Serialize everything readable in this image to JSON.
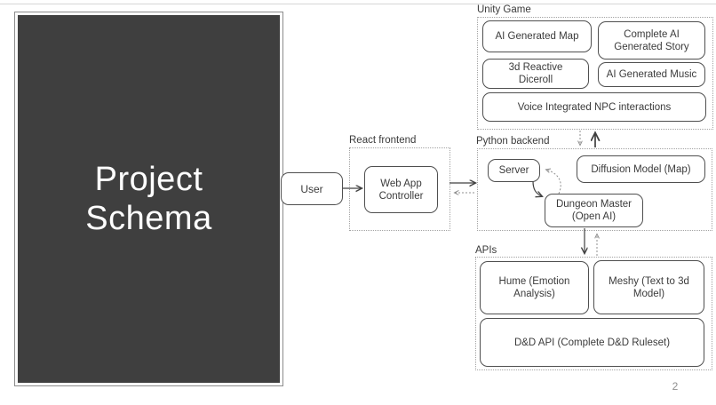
{
  "slide": {
    "title_line1": "Project",
    "title_line2": "Schema",
    "page_number": "2"
  },
  "groups": {
    "unity_game": {
      "label": "Unity Game"
    },
    "react_frontend": {
      "label": "React frontend"
    },
    "python_backend": {
      "label": "Python backend"
    },
    "apis": {
      "label": "APIs"
    }
  },
  "nodes": {
    "user": {
      "label": "User"
    },
    "web_app": {
      "label": "Web App Controller"
    },
    "ai_map": {
      "label": "AI Generated Map"
    },
    "ai_story": {
      "label": "Complete AI Generated Story"
    },
    "diceroll": {
      "label": "3d Reactive Diceroll"
    },
    "ai_music": {
      "label": "AI Generated Music"
    },
    "voice_npc": {
      "label": "Voice Integrated NPC interactions"
    },
    "server": {
      "label": "Server"
    },
    "diffusion_model": {
      "label": "Diffusion Model (Map)"
    },
    "dungeon_master": {
      "label": "Dungeon Master (Open AI)"
    },
    "hume": {
      "label": "Hume (Emotion Analysis)"
    },
    "meshy": {
      "label": "Meshy (Text to 3d Model)"
    },
    "dnd_api": {
      "label": "D&D API (Complete D&D Ruleset)"
    }
  },
  "edges": [
    {
      "from": "user",
      "to": "web_app",
      "style": "solid"
    },
    {
      "from": "web_app",
      "to": "python_backend",
      "style": "solid"
    },
    {
      "from": "python_backend",
      "to": "web_app",
      "style": "dashed"
    },
    {
      "from": "server",
      "to": "dungeon_master",
      "style": "solid"
    },
    {
      "from": "dungeon_master",
      "to": "server",
      "style": "dashed"
    },
    {
      "from": "python_backend",
      "to": "unity_game",
      "style": "solid"
    },
    {
      "from": "unity_game",
      "to": "python_backend",
      "style": "dashed"
    },
    {
      "from": "dungeon_master",
      "to": "apis",
      "style": "solid"
    },
    {
      "from": "apis",
      "to": "python_backend",
      "style": "dashed"
    }
  ],
  "colors": {
    "title_card_fill": "#3f3f3f",
    "title_text": "#ffffff",
    "node_border": "#4f4f4f",
    "node_text": "#3b3b3b",
    "group_border": "#a3a3a3",
    "solid_edge": "#404040",
    "dashed_edge": "#8f8f8f",
    "page_number_text": "#8f8f8f"
  }
}
